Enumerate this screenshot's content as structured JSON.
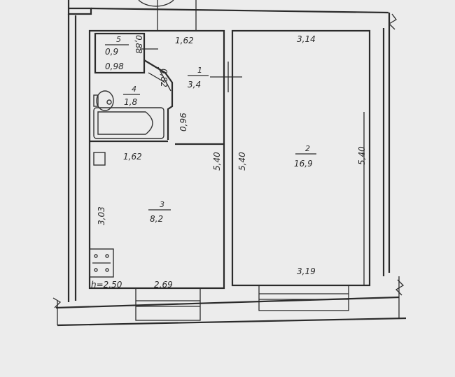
{
  "rooms": {
    "r5": {
      "number": "5",
      "area": "0,9",
      "width": "0,98",
      "depth": "0,88"
    },
    "r4": {
      "number": "4",
      "area": "1,8",
      "diag": "0,82",
      "depth": "0,96"
    },
    "r1": {
      "number": "1",
      "area": "3,4",
      "top": "1,62"
    },
    "r3": {
      "number": "3",
      "area": "8,2",
      "top": "1,62",
      "side": "3,03",
      "bottom": "2,69",
      "height": "h=2,50"
    },
    "r2": {
      "number": "2",
      "area": "16,9",
      "top": "3,14",
      "bottom": "3,19",
      "left": "5,40",
      "right": "5,40"
    },
    "corridor_side": "5,40"
  }
}
